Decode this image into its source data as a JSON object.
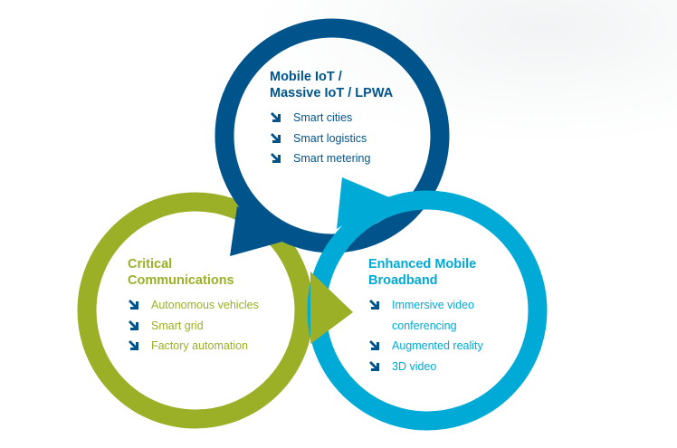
{
  "colors": {
    "mobile_iot": "#00548c",
    "critical": "#9bb026",
    "embb": "#00aad6",
    "bullet": "#00548c"
  },
  "mobile_iot": {
    "title_line1": "Mobile IoT /",
    "title_line2": "Massive IoT / LPWA",
    "items": [
      "Smart cities",
      "Smart logistics",
      "Smart metering"
    ]
  },
  "critical": {
    "title_line1": "Critical",
    "title_line2": "Communications",
    "items": [
      "Autonomous vehicles",
      "Smart grid",
      "Factory automation"
    ]
  },
  "embb": {
    "title_line1": "Enhanced Mobile",
    "title_line2": "Broadband",
    "items": [
      "Immersive video conferencing",
      "Augmented reality",
      "3D video"
    ]
  },
  "bullet_icon": "arrow-down-right-icon"
}
